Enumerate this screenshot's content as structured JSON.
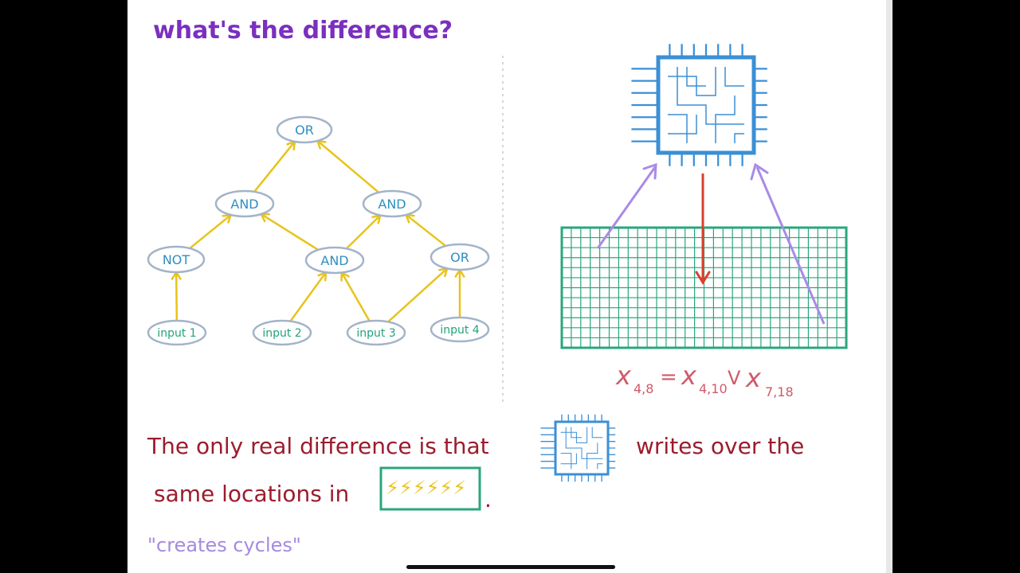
{
  "title": "what's the difference?",
  "circuit": {
    "nodes": [
      {
        "id": "or_top",
        "label": "OR"
      },
      {
        "id": "and_left",
        "label": "AND"
      },
      {
        "id": "and_right",
        "label": "AND"
      },
      {
        "id": "not",
        "label": "NOT"
      },
      {
        "id": "and_mid",
        "label": "AND"
      },
      {
        "id": "or_right",
        "label": "OR"
      },
      {
        "id": "in1",
        "label": "input 1"
      },
      {
        "id": "in2",
        "label": "input 2"
      },
      {
        "id": "in3",
        "label": "input 3"
      },
      {
        "id": "in4",
        "label": "input 4"
      }
    ],
    "edges": [
      [
        "in1",
        "not"
      ],
      [
        "not",
        "and_left"
      ],
      [
        "in2",
        "and_mid"
      ],
      [
        "in3",
        "and_mid"
      ],
      [
        "in3",
        "or_right"
      ],
      [
        "in4",
        "or_right"
      ],
      [
        "and_mid",
        "and_left"
      ],
      [
        "and_mid",
        "and_right"
      ],
      [
        "or_right",
        "and_right"
      ],
      [
        "and_left",
        "or_top"
      ],
      [
        "and_right",
        "or_top"
      ]
    ]
  },
  "formula": {
    "lhs_var": "x",
    "lhs_sub": "4,8",
    "equals": "=",
    "rhs1_var": "x",
    "rhs1_sub": "4,10",
    "op": "V",
    "rhs2_var": "x",
    "rhs2_sub": "7,18"
  },
  "bottom": {
    "line1_part1": "The only real difference is that",
    "line1_part2": "writes over the",
    "line2_part1": "same locations in",
    "line2_period": ".",
    "bolts": "⚡⚡⚡⚡⚡⚡",
    "note": "\"creates cycles\""
  },
  "colors": {
    "title": "#7b2fbf",
    "node_stroke": "#a3b4c8",
    "node_text": "#2f8ec2",
    "input_text": "#21a47a",
    "edge": "#e9c31a",
    "chip": "#3b8fd6",
    "grid": "#2aa67e",
    "red_arrow": "#d9412e",
    "purple_arrow": "#a98be6",
    "formula": "#cf5a6a",
    "text_main": "#9b1c2c",
    "note": "#a58ae0"
  }
}
